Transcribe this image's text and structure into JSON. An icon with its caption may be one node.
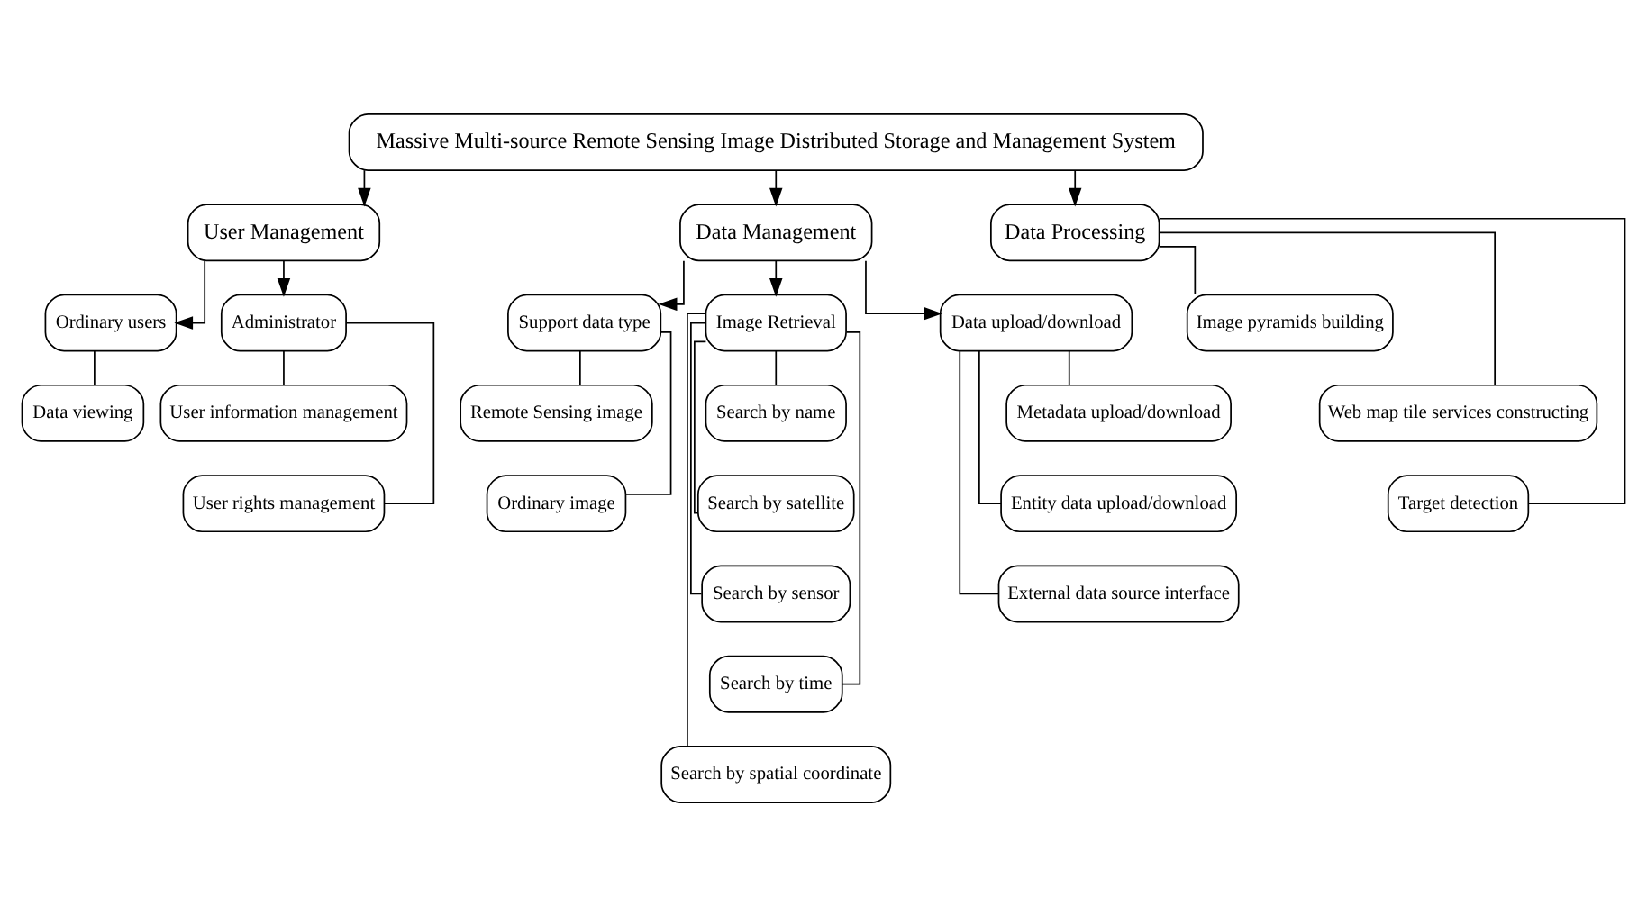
{
  "diagram": {
    "nodes": [
      {
        "text": [
          "Massive Multi-source Remote Sensing Image Distributed Storage and Management System"
        ]
      },
      {
        "text": [
          "User Management"
        ]
      },
      {
        "text": [
          "Data Management"
        ]
      },
      {
        "text": [
          "Data Processing"
        ]
      },
      {
        "text": [
          "Ordinary users"
        ]
      },
      {
        "text": [
          "Administrator"
        ]
      },
      {
        "text": [
          "Data viewing"
        ]
      },
      {
        "text": [
          "User information management"
        ]
      },
      {
        "text": [
          "User rights management"
        ]
      },
      {
        "text": [
          "Support data type"
        ]
      },
      {
        "text": [
          "Image Retrieval"
        ]
      },
      {
        "text": [
          "Data upload/download"
        ]
      },
      {
        "text": [
          "Remote Sensing image"
        ]
      },
      {
        "text": [
          "Ordinary image"
        ]
      },
      {
        "text": [
          "Search by name"
        ]
      },
      {
        "text": [
          "Search by satellite"
        ]
      },
      {
        "text": [
          "Search by sensor"
        ]
      },
      {
        "text": [
          "Search by time"
        ]
      },
      {
        "text": [
          "Search by spatial coordinate"
        ]
      },
      {
        "text": [
          "Metadata upload/download"
        ]
      },
      {
        "text": [
          "Entity data upload/download"
        ]
      },
      {
        "text": [
          "External data source interface"
        ]
      },
      {
        "text": [
          "Image pyramids building"
        ]
      },
      {
        "text": [
          "Web map tile services constructing"
        ]
      },
      {
        "text": [
          "Target detection"
        ]
      }
    ],
    "edges": [
      {
        "from": 0,
        "to": 1,
        "arrow": "to"
      },
      {
        "from": 0,
        "to": 2,
        "arrow": "to"
      },
      {
        "from": 0,
        "to": 3,
        "arrow": "to"
      },
      {
        "from": 1,
        "to": 4,
        "arrow": "to"
      },
      {
        "from": 1,
        "to": 5,
        "arrow": "to"
      },
      {
        "from": 2,
        "to": 9,
        "arrow": "to"
      },
      {
        "from": 2,
        "to": 10,
        "arrow": "to"
      },
      {
        "from": 2,
        "to": 11,
        "arrow": "to"
      },
      {
        "from": 4,
        "to": 6,
        "arrow": "none"
      },
      {
        "from": 5,
        "to": 7,
        "arrow": "none"
      },
      {
        "from": 5,
        "to": 8,
        "arrow": "none"
      },
      {
        "from": 9,
        "to": 12,
        "arrow": "none"
      },
      {
        "from": 9,
        "to": 13,
        "arrow": "none"
      },
      {
        "from": 10,
        "to": 14,
        "arrow": "none"
      },
      {
        "from": 10,
        "to": 15,
        "arrow": "none"
      },
      {
        "from": 10,
        "to": 16,
        "arrow": "none"
      },
      {
        "from": 10,
        "to": 17,
        "arrow": "none"
      },
      {
        "from": 10,
        "to": 18,
        "arrow": "none"
      },
      {
        "from": 11,
        "to": 19,
        "arrow": "none"
      },
      {
        "from": 11,
        "to": 20,
        "arrow": "none"
      },
      {
        "from": 11,
        "to": 21,
        "arrow": "none"
      },
      {
        "from": 3,
        "to": 22,
        "arrow": "none"
      },
      {
        "from": 3,
        "to": 23,
        "arrow": "none"
      },
      {
        "from": 3,
        "to": 24,
        "arrow": "none"
      }
    ]
  }
}
